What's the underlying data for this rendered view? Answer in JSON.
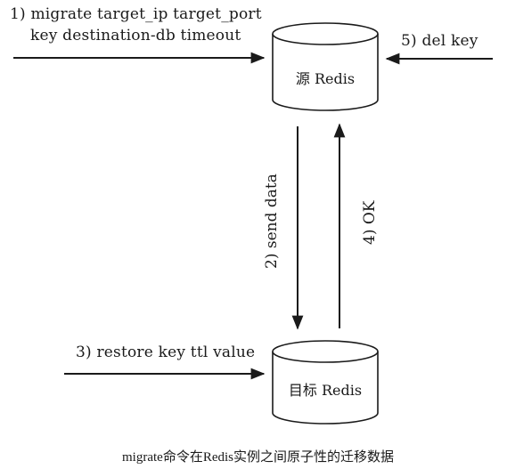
{
  "source_db": {
    "label": "源 Redis"
  },
  "target_db": {
    "label": "目标 Redis"
  },
  "steps": {
    "migrate_line1": "1) migrate target_ip target_port",
    "migrate_line2": "key destination-db timeout",
    "del_key": "5) del key",
    "send_data": "2) send data",
    "ok": "4) OK",
    "restore": "3) restore key ttl value"
  },
  "caption": "migrate命令在Redis实例之间原子性的迁移数据",
  "colors": {
    "stroke": "#1a1a1a",
    "fill": "#ffffff"
  }
}
